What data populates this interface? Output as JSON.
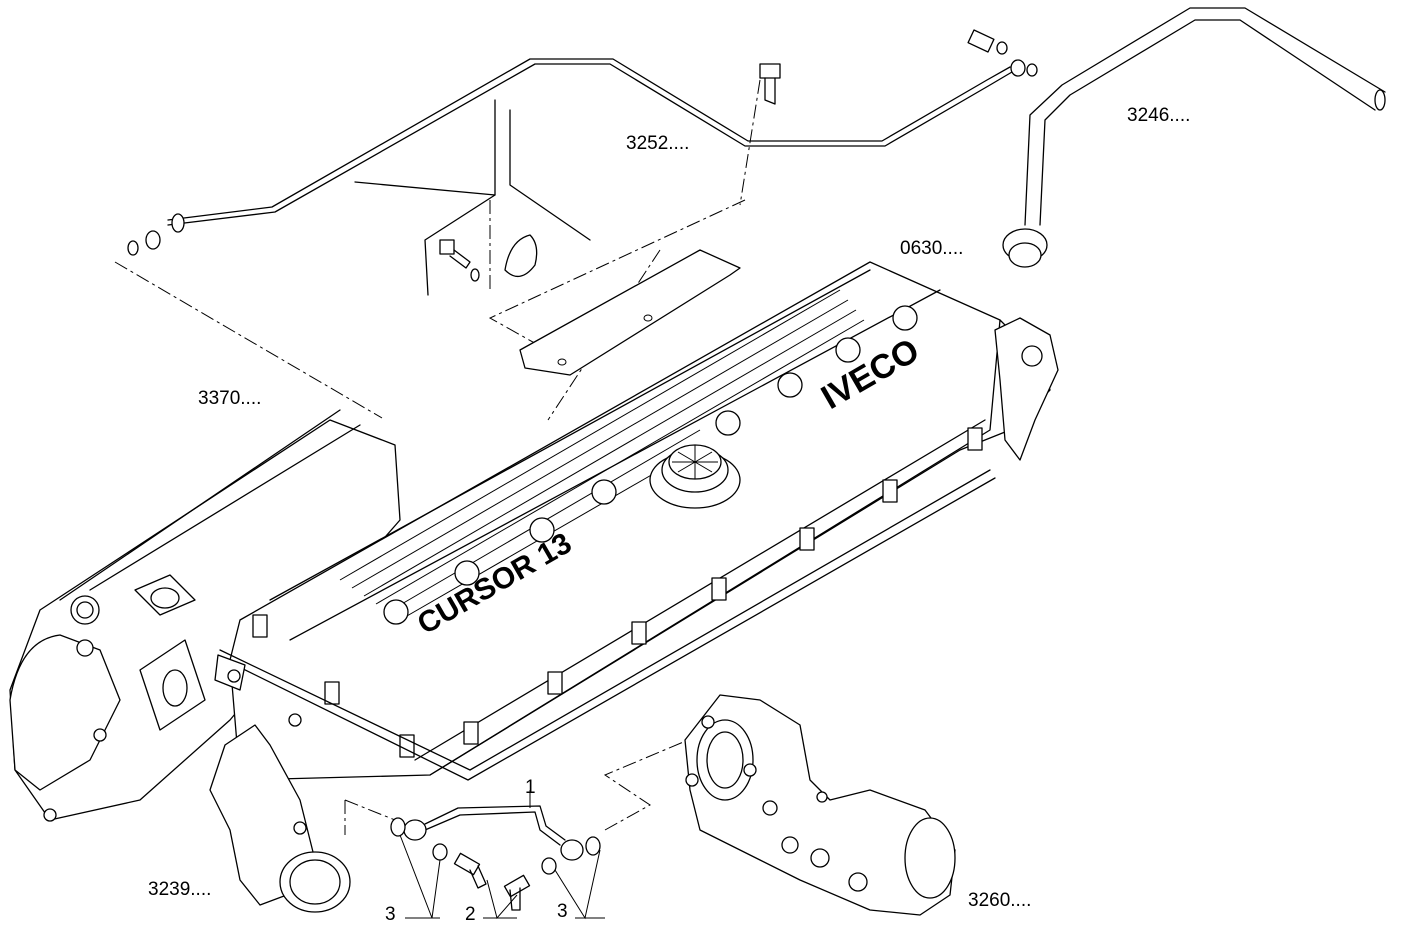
{
  "callouts": {
    "pipe_top": "3252....",
    "breather_pipe": "3246....",
    "valve_cover": "0630....",
    "cylinder_head": "3370....",
    "elbow_fitting": "3239....",
    "bracket": "3260....",
    "oil_pipe": "1",
    "seal_left": "3",
    "banjo_bolt": "2",
    "seal_right": "3"
  },
  "cover_text": {
    "brand": "IVECO",
    "model": "CURSOR 13"
  },
  "colors": {
    "line": "#000000",
    "background": "#ffffff"
  }
}
